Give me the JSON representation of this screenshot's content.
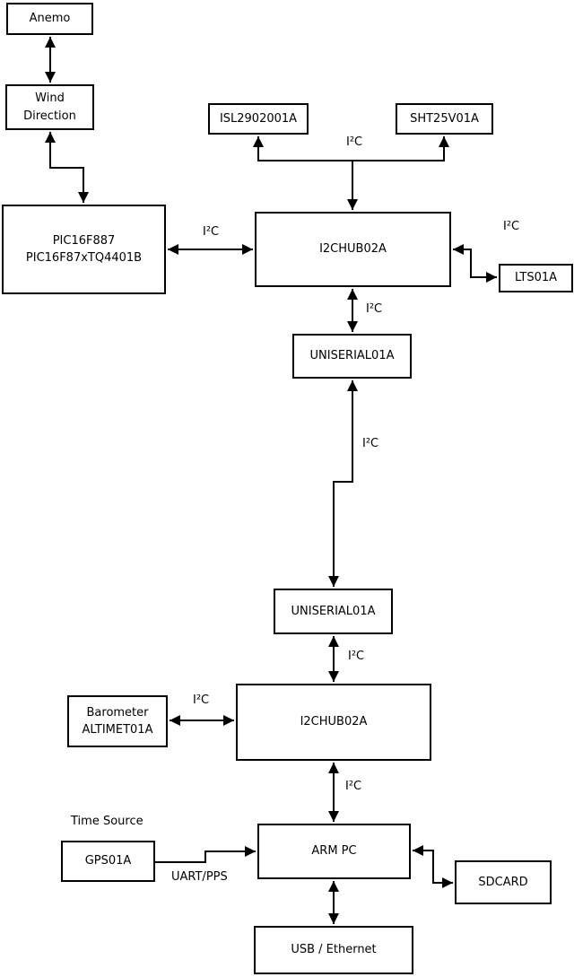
{
  "diagram": {
    "type": "block-diagram",
    "accent_color": "#000000",
    "background_color": "#ffffff"
  },
  "nodes": {
    "anemo": {
      "lines": [
        "Anemo"
      ]
    },
    "wind_direction": {
      "lines": [
        "Wind",
        "Direction"
      ]
    },
    "pic": {
      "lines": [
        "PIC16F887",
        "PIC16F87xTQ4401B"
      ]
    },
    "isl": {
      "lines": [
        "ISL2902001A"
      ]
    },
    "sht": {
      "lines": [
        "SHT25V01A"
      ]
    },
    "hub1": {
      "lines": [
        "I2CHUB02A"
      ]
    },
    "lts": {
      "lines": [
        "LTS01A"
      ]
    },
    "uniserial1": {
      "lines": [
        "UNISERIAL01A"
      ]
    },
    "uniserial2": {
      "lines": [
        "UNISERIAL01A"
      ]
    },
    "hub2": {
      "lines": [
        "I2CHUB02A"
      ]
    },
    "barometer": {
      "lines": [
        "Barometer",
        "ALTIMET01A"
      ]
    },
    "gps": {
      "lines": [
        "GPS01A"
      ]
    },
    "arm_pc": {
      "lines": [
        "ARM PC"
      ]
    },
    "sdcard": {
      "lines": [
        "SDCARD"
      ]
    },
    "usb_ethernet": {
      "lines": [
        "USB / Ethernet"
      ]
    }
  },
  "labels": {
    "i2c_top": "I²C",
    "i2c_pic_hub1": "I²C",
    "i2c_hub1_lts": "I²C",
    "i2c_hub1_uni1": "I²C",
    "i2c_uni1_uni2": "I²C",
    "i2c_uni2_hub2": "I²C",
    "i2c_baro_hub2": "I²C",
    "i2c_hub2_arm": "I²C",
    "time_source": "Time Source",
    "uart_pps": "UART/PPS"
  },
  "edges": [
    {
      "from": "anemo",
      "to": "wind_direction",
      "arrows": "both"
    },
    {
      "from": "wind_direction",
      "to": "pic",
      "arrows": "both"
    },
    {
      "from": "pic",
      "to": "hub1",
      "arrows": "both",
      "label": "I²C"
    },
    {
      "from": "hub1",
      "to": "isl",
      "arrows": "both",
      "label": "I²C",
      "note": "bus branch shared with sht"
    },
    {
      "from": "hub1",
      "to": "sht",
      "arrows": "both",
      "label": "I²C",
      "note": "bus branch shared with isl"
    },
    {
      "from": "hub1",
      "to": "lts",
      "arrows": "both",
      "label": "I²C"
    },
    {
      "from": "hub1",
      "to": "uniserial1",
      "arrows": "both",
      "label": "I²C"
    },
    {
      "from": "uniserial1",
      "to": "uniserial2",
      "arrows": "both",
      "label": "I²C"
    },
    {
      "from": "uniserial2",
      "to": "hub2",
      "arrows": "both",
      "label": "I²C"
    },
    {
      "from": "barometer",
      "to": "hub2",
      "arrows": "both",
      "label": "I²C"
    },
    {
      "from": "hub2",
      "to": "arm_pc",
      "arrows": "both",
      "label": "I²C"
    },
    {
      "from": "gps",
      "to": "arm_pc",
      "arrows": "end",
      "label": "UART/PPS"
    },
    {
      "from": "arm_pc",
      "to": "sdcard",
      "arrows": "both"
    },
    {
      "from": "arm_pc",
      "to": "usb_ethernet",
      "arrows": "both"
    }
  ]
}
